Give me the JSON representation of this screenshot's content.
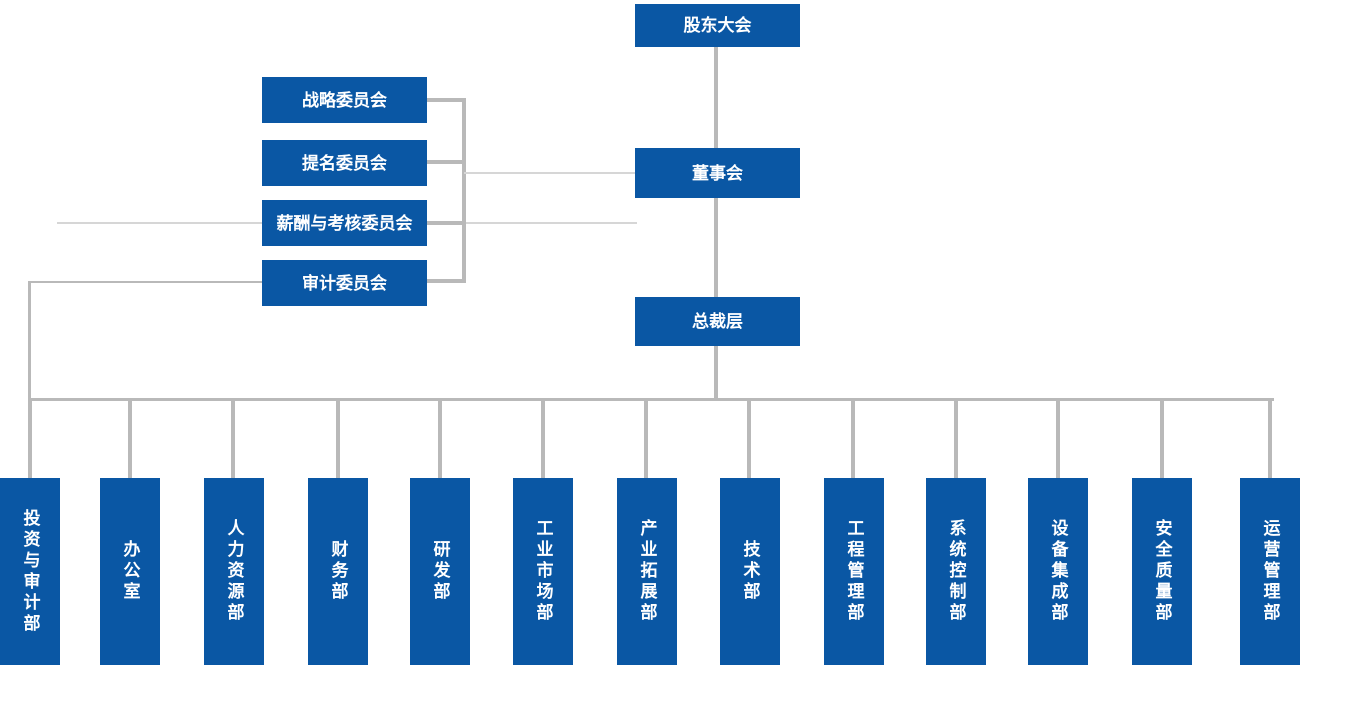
{
  "colors": {
    "box_blue": "#0a57a4",
    "connector_gray": "#b9b9b9",
    "connector_light": "#d6d6d6",
    "background": "#ffffff"
  },
  "org_chart": {
    "shareholders_meeting": {
      "label": "股东大会"
    },
    "board_of_directors": {
      "label": "董事会"
    },
    "president_level": {
      "label": "总裁层"
    },
    "committees": [
      {
        "label": "战略委员会"
      },
      {
        "label": "提名委员会"
      },
      {
        "label": "薪酬与考核委员会"
      },
      {
        "label": "审计委员会"
      }
    ],
    "departments": [
      {
        "label": "投资与审计部"
      },
      {
        "label": "办公室"
      },
      {
        "label": "人力资源部"
      },
      {
        "label": "财务部"
      },
      {
        "label": "研发部"
      },
      {
        "label": "工业市场部"
      },
      {
        "label": "产业拓展部"
      },
      {
        "label": "技术部"
      },
      {
        "label": "工程管理部"
      },
      {
        "label": "系统控制部"
      },
      {
        "label": "设备集成部"
      },
      {
        "label": "安全质量部"
      },
      {
        "label": "运营管理部"
      }
    ]
  }
}
